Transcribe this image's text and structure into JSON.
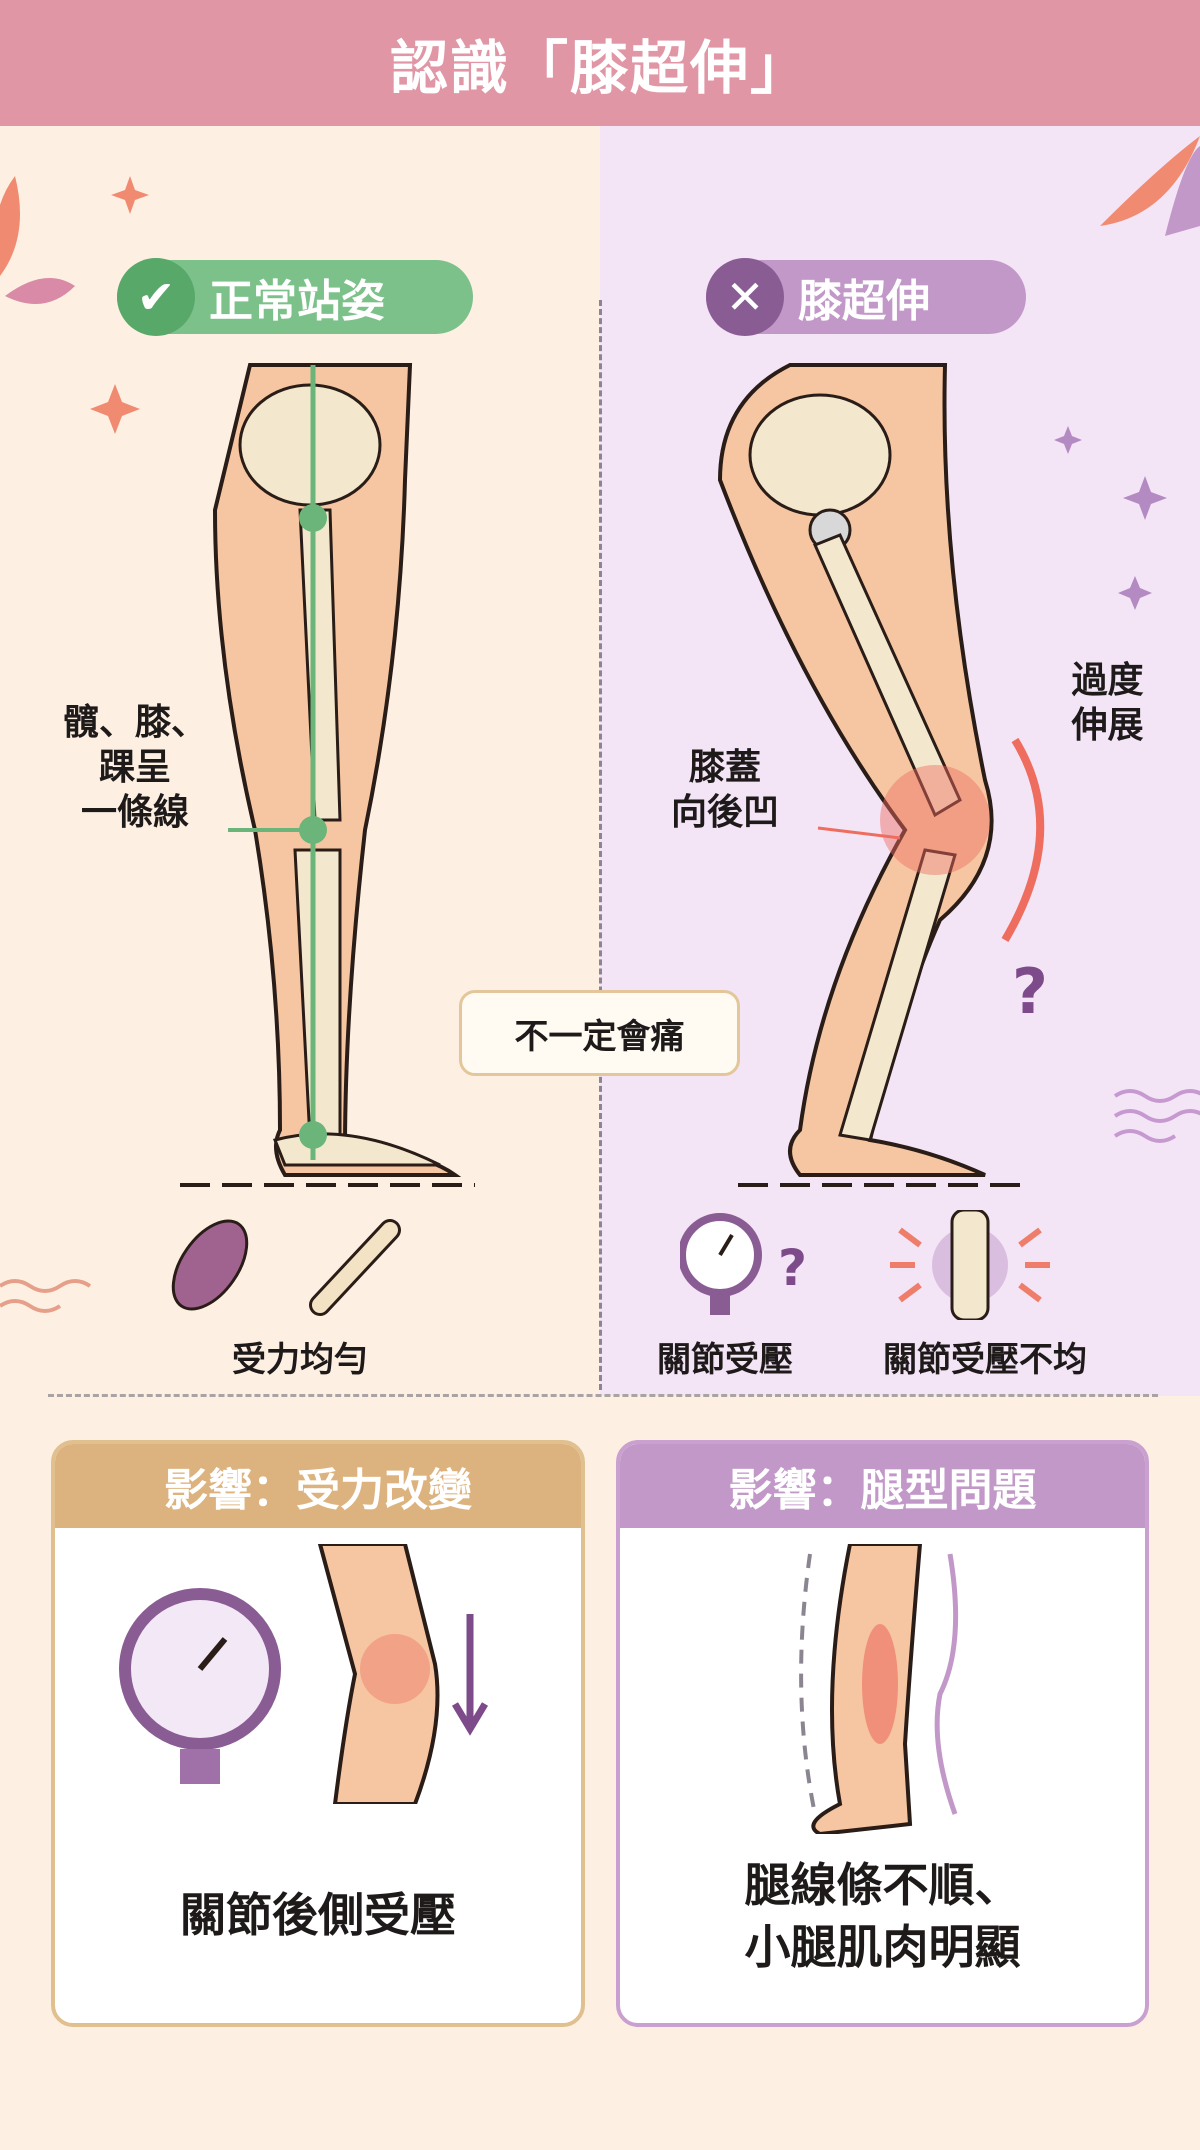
{
  "title": "認識「膝超伸」",
  "normal": {
    "badge": "正常站姿",
    "alignment_label_lines": [
      "髖、膝、",
      "踝呈",
      "一條線"
    ],
    "bottom_label": "受力均勻"
  },
  "hyper": {
    "badge": "膝超伸",
    "knee_label_lines": [
      "膝蓋",
      "向後凹"
    ],
    "extension_label_lines": [
      "過度",
      "伸展"
    ],
    "question_mark": "?",
    "bottom_labels": [
      "關節受壓",
      "關節受壓不均"
    ]
  },
  "callout": "不一定會痛",
  "cards": [
    {
      "header": "影響：受力改變",
      "body_lines": [
        "關節後側受壓"
      ],
      "color": "#dcb37e"
    },
    {
      "header": "影響：腿型問題",
      "body_lines": [
        "腿線條不順、",
        "小腿肌肉明顯"
      ],
      "color": "#c298c9"
    }
  ],
  "colors": {
    "header": "#e096a5",
    "normal": "#7cc18a",
    "hyper": "#c298c9",
    "left_bg": "#fdf0e3",
    "right_bg": "#f3e4f6"
  }
}
